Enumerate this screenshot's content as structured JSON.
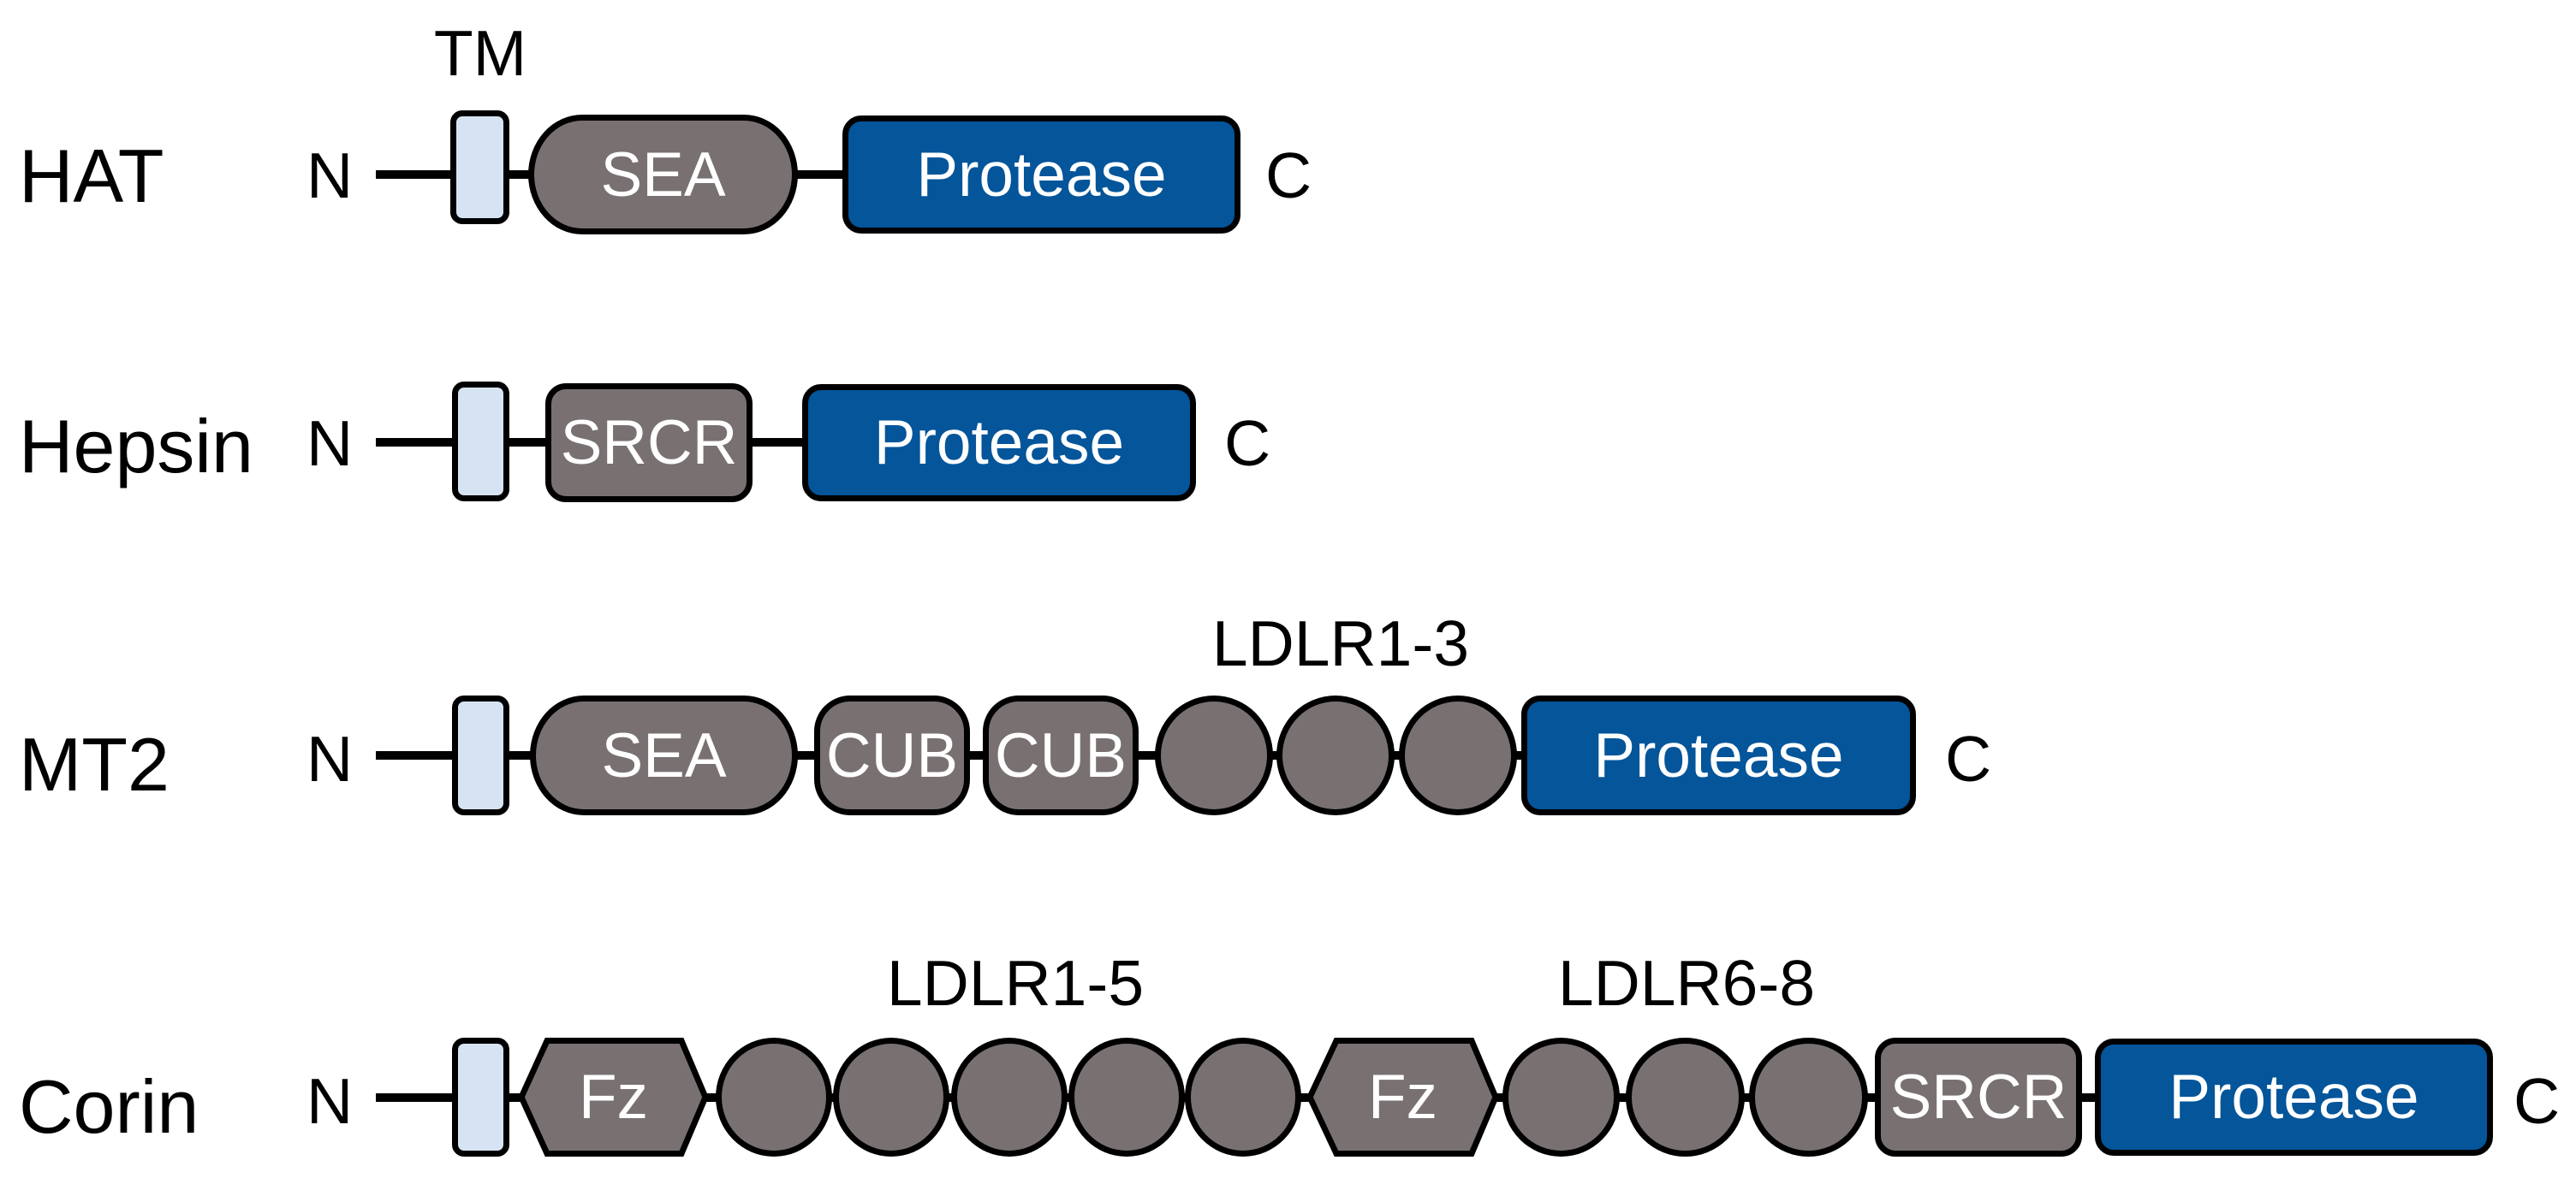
{
  "title": "Domain structures of type II transmembrane serine proteases",
  "colors": {
    "transmembrane": "#d6e3f3",
    "accessory_domain": "#797171",
    "protease_domain": "#04559a",
    "outline": "#000000",
    "domain_text": "#ffffff"
  },
  "termini": {
    "n": "N",
    "c": "C"
  },
  "labels": {
    "tm": "TM",
    "ldlr_1_3": "LDLR1-3",
    "ldlr_1_5": "LDLR1-5",
    "ldlr_6_8": "LDLR6-8"
  },
  "proteins": [
    {
      "name": "HAT",
      "domains": [
        {
          "type": "TM",
          "label": ""
        },
        {
          "type": "SEA",
          "label": "SEA"
        },
        {
          "type": "Protease",
          "label": "Protease"
        }
      ]
    },
    {
      "name": "Hepsin",
      "domains": [
        {
          "type": "TM",
          "label": ""
        },
        {
          "type": "SRCR",
          "label": "SRCR"
        },
        {
          "type": "Protease",
          "label": "Protease"
        }
      ]
    },
    {
      "name": "MT2",
      "domains": [
        {
          "type": "TM",
          "label": ""
        },
        {
          "type": "SEA",
          "label": "SEA"
        },
        {
          "type": "CUB",
          "label": "CUB"
        },
        {
          "type": "CUB",
          "label": "CUB"
        },
        {
          "type": "LDLR",
          "label": ""
        },
        {
          "type": "LDLR",
          "label": ""
        },
        {
          "type": "LDLR",
          "label": ""
        },
        {
          "type": "Protease",
          "label": "Protease"
        }
      ]
    },
    {
      "name": "Corin",
      "domains": [
        {
          "type": "TM",
          "label": ""
        },
        {
          "type": "Fz",
          "label": "Fz"
        },
        {
          "type": "LDLR",
          "label": ""
        },
        {
          "type": "LDLR",
          "label": ""
        },
        {
          "type": "LDLR",
          "label": ""
        },
        {
          "type": "LDLR",
          "label": ""
        },
        {
          "type": "LDLR",
          "label": ""
        },
        {
          "type": "Fz",
          "label": "Fz"
        },
        {
          "type": "LDLR",
          "label": ""
        },
        {
          "type": "LDLR",
          "label": ""
        },
        {
          "type": "LDLR",
          "label": ""
        },
        {
          "type": "SRCR",
          "label": "SRCR"
        },
        {
          "type": "Protease",
          "label": "Protease"
        }
      ]
    }
  ]
}
